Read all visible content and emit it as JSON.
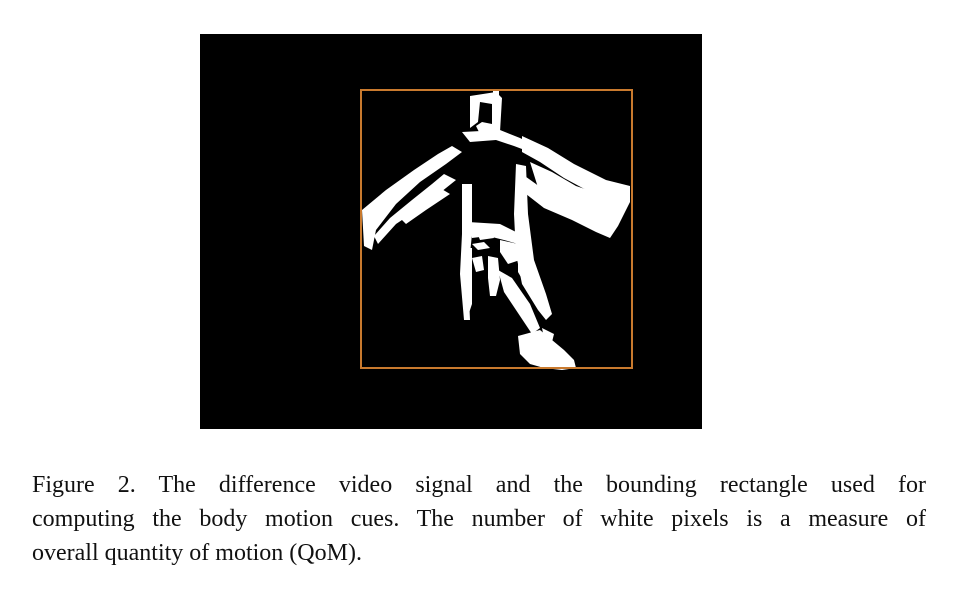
{
  "figure": {
    "bounding_box_color": "#c97a2e",
    "foreground_color": "#ffffff",
    "background_color": "#000000"
  },
  "caption": {
    "line1": "Figure 2. The difference video signal and the bounding rectangle used for",
    "line2": "computing the body motion cues. The number of white pixels is a measure of",
    "line3": "overall quantity of motion (QoM)."
  }
}
